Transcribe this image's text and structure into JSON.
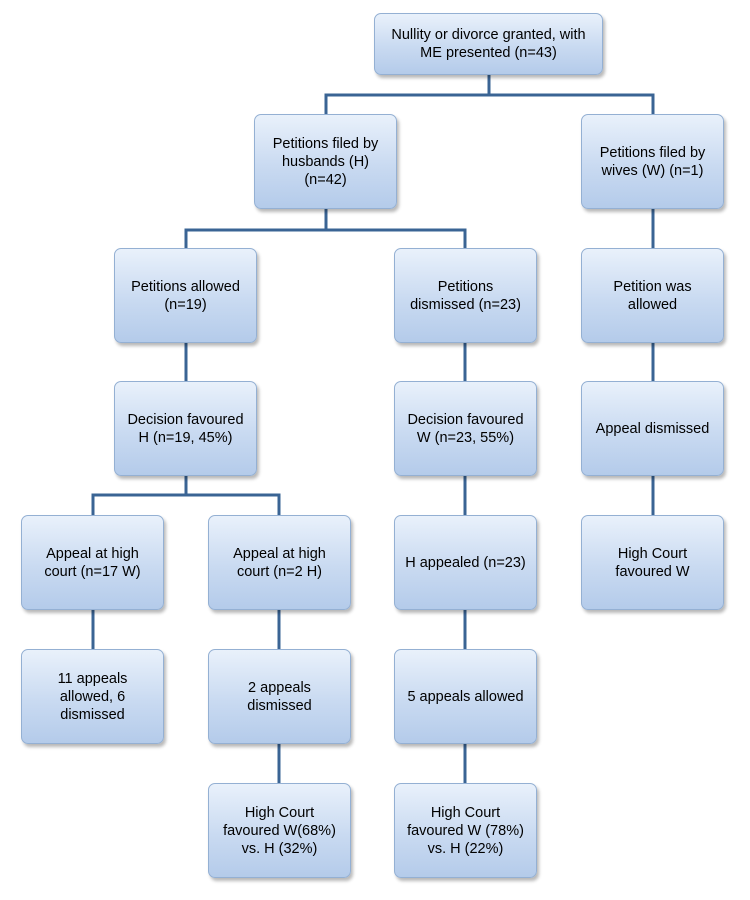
{
  "diagram": {
    "line_color": "#3a6494",
    "box_fill_top": "#e9f1fb",
    "box_fill_bottom": "#b4cbea",
    "box_border": "#94b0d3",
    "nodes": {
      "root": "Nullity or divorce granted, with\nME presented (n=43)",
      "husbands": "Petitions filed by\nhusbands (H)\n(n=42)",
      "wives": "Petitions filed by\nwives (W) (n=1)",
      "h_allowed": "Petitions allowed\n(n=19)",
      "h_dismissed": "Petitions\ndismissed (n=23)",
      "w_allowed": "Petition was\nallowed",
      "fav_h": "Decision favoured\nH (n=19, 45%)",
      "fav_w": "Decision favoured\nW (n=23, 55%)",
      "w_appeal_dismissed": "Appeal dismissed",
      "appeal_w": "Appeal at high\ncourt (n=17 W)",
      "appeal_h": "Appeal at high\ncourt (n=2 H)",
      "h_appealed": "H appealed (n=23)",
      "hc_fav_w": "High Court\nfavoured W",
      "appeals_11": "11 appeals\nallowed, 6\ndismissed",
      "appeals_2": "2 appeals\ndismissed",
      "appeals_5": "5 appeals allowed",
      "hc_68": "High Court\nfavoured W(68%)\nvs. H (32%)",
      "hc_78": "High Court\nfavoured W (78%)\nvs. H (22%)"
    }
  }
}
